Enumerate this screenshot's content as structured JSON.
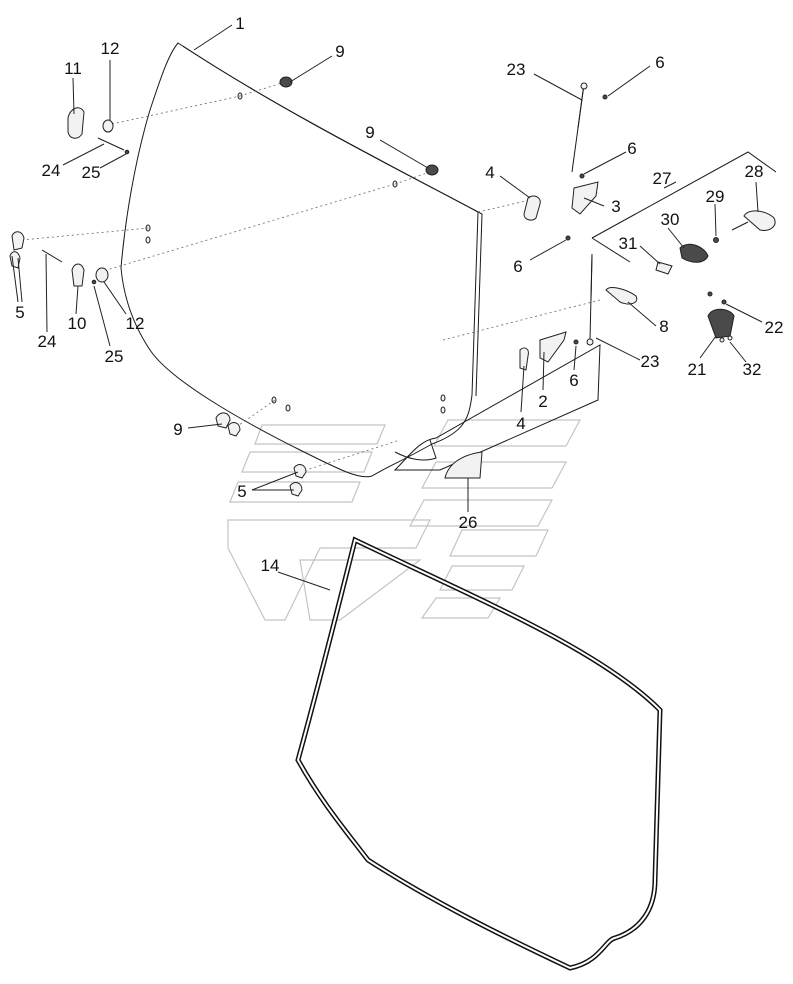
{
  "diagram": {
    "accent_color": "#1a1a1a",
    "watermark_color": "#c4c4c4",
    "callouts": [
      {
        "id": "c1",
        "text": "1"
      },
      {
        "id": "c12a",
        "text": "12"
      },
      {
        "id": "c9a",
        "text": "9"
      },
      {
        "id": "c11",
        "text": "11"
      },
      {
        "id": "c23a",
        "text": "23"
      },
      {
        "id": "c6a",
        "text": "6"
      },
      {
        "id": "c24a",
        "text": "24"
      },
      {
        "id": "c25a",
        "text": "25"
      },
      {
        "id": "c9b",
        "text": "9"
      },
      {
        "id": "c6b",
        "text": "6"
      },
      {
        "id": "c4a",
        "text": "4"
      },
      {
        "id": "c27",
        "text": "27"
      },
      {
        "id": "c28",
        "text": "28"
      },
      {
        "id": "c3",
        "text": "3"
      },
      {
        "id": "c29",
        "text": "29"
      },
      {
        "id": "c30",
        "text": "30"
      },
      {
        "id": "c31",
        "text": "31"
      },
      {
        "id": "c6c",
        "text": "6"
      },
      {
        "id": "c5a",
        "text": "5"
      },
      {
        "id": "c10",
        "text": "10"
      },
      {
        "id": "c12b",
        "text": "12"
      },
      {
        "id": "c8",
        "text": "8"
      },
      {
        "id": "c22",
        "text": "22"
      },
      {
        "id": "c24b",
        "text": "24"
      },
      {
        "id": "c25b",
        "text": "25"
      },
      {
        "id": "c23b",
        "text": "23"
      },
      {
        "id": "c6d",
        "text": "6"
      },
      {
        "id": "c2",
        "text": "2"
      },
      {
        "id": "c21",
        "text": "21"
      },
      {
        "id": "c32",
        "text": "32"
      },
      {
        "id": "c4b",
        "text": "4"
      },
      {
        "id": "c9c",
        "text": "9"
      },
      {
        "id": "c5b",
        "text": "5"
      },
      {
        "id": "c26",
        "text": "26"
      },
      {
        "id": "c14",
        "text": "14"
      }
    ]
  }
}
